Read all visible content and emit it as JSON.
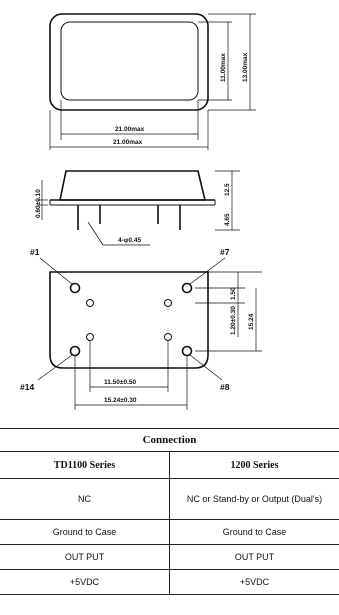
{
  "drawing": {
    "top_view": {
      "inner_width": "21.00max",
      "outer_width": "21.00max",
      "inner_height": "11.00max",
      "outer_height": "13.00max"
    },
    "side_view": {
      "left_dim": "0.60±0.10",
      "height_dim": "12.5",
      "pin_len": "4.65",
      "pin_callout": "4-φ0.45"
    },
    "bottom_view": {
      "pin1": "#1",
      "pin7": "#7",
      "pin14": "#14",
      "pin8": "#8",
      "right_dim_top": "1.50",
      "right_dim_mid": "1.20±0.30",
      "right_dim_side": "15.24",
      "row_dim_1": "11.50±0.50",
      "row_dim_2": "15.24±0.30"
    }
  },
  "table": {
    "title": "Connection",
    "headers": [
      "TD1100 Series",
      "1200 Series"
    ],
    "rows": [
      [
        "NC",
        "NC or Stand-by or Output (Dual's)"
      ],
      [
        "Ground to Case",
        "Ground to Case"
      ],
      [
        "OUT PUT",
        "OUT PUT"
      ],
      [
        "+5VDC",
        "+5VDC"
      ]
    ]
  }
}
